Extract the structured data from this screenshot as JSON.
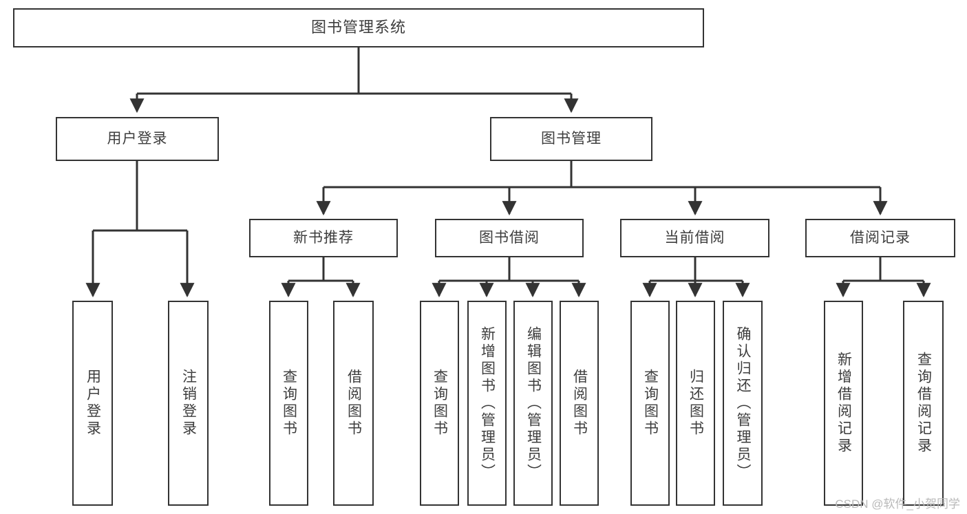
{
  "diagram": {
    "title": "图书管理系统",
    "type": "tree",
    "style": {
      "border_color": "#333333",
      "text_color": "#3d3d3d",
      "background": "#ffffff",
      "watermark_color": "#b9b9b9"
    },
    "root": {
      "label": "图书管理系统"
    },
    "level1": [
      {
        "label": "用户登录"
      },
      {
        "label": "图书管理"
      }
    ],
    "level2": [
      {
        "label": "新书推荐"
      },
      {
        "label": "图书借阅"
      },
      {
        "label": "当前借阅"
      },
      {
        "label": "借阅记录"
      }
    ],
    "leaves_user_login": [
      {
        "label": "用户登录"
      },
      {
        "label": "注销登录"
      }
    ],
    "leaves_new_book": [
      {
        "label": "查询图书"
      },
      {
        "label": "借阅图书"
      }
    ],
    "leaves_borrow": [
      {
        "label": "查询图书"
      },
      {
        "label": "新增图书（管理员）"
      },
      {
        "label": "编辑图书（管理员）"
      },
      {
        "label": "借阅图书"
      }
    ],
    "leaves_current": [
      {
        "label": "查询图书"
      },
      {
        "label": "归还图书"
      },
      {
        "label": "确认归还（管理员）"
      }
    ],
    "leaves_records": [
      {
        "label": "新增借阅记录"
      },
      {
        "label": "查询借阅记录"
      }
    ]
  },
  "watermark": "CSDN @软件_小贺同学"
}
